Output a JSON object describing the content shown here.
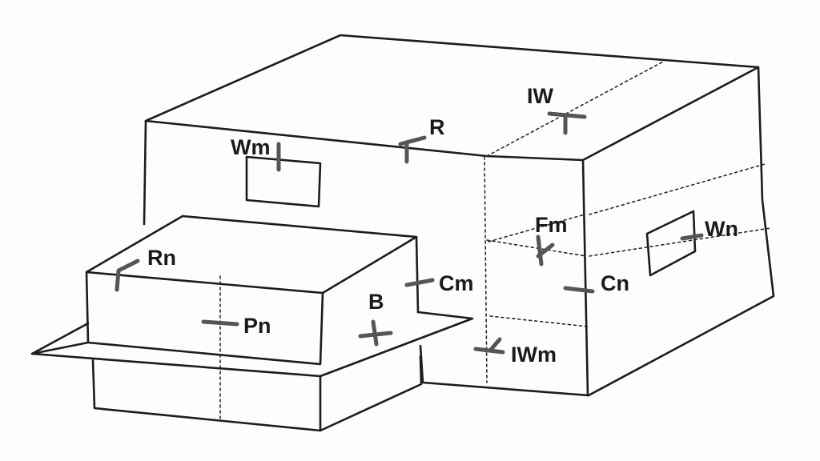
{
  "labels": {
    "iw": "IW",
    "r": "R",
    "wm": "Wm",
    "fm": "Fm",
    "wn": "Wn",
    "rn": "Rn",
    "cm": "Cm",
    "cn": "Cn",
    "b": "B",
    "pn": "Pn",
    "iwm": "IWm"
  },
  "colors": {
    "line": "#1c1c1c",
    "marker": "#555555",
    "paper": "#fdfdfd"
  }
}
